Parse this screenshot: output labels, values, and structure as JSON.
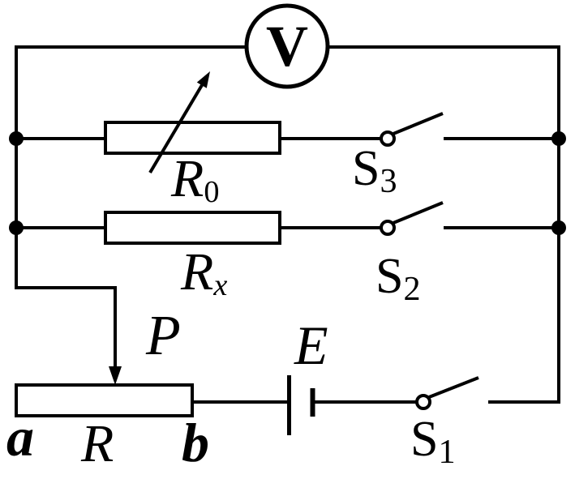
{
  "diagram": {
    "type": "electric-circuit-schematic",
    "background_color": "#ffffff",
    "line_color": "#000000"
  },
  "voltmeter": {
    "symbol": "V"
  },
  "resistors": {
    "r0": {
      "base": "R",
      "sub": "0",
      "kind": "variable-resistor"
    },
    "rx": {
      "base": "R",
      "sub": "x",
      "kind": "unknown-resistor"
    }
  },
  "rheostat": {
    "label": "R",
    "terminal_left": "a",
    "terminal_right": "b",
    "wiper": "P"
  },
  "battery": {
    "label": "E"
  },
  "switches": {
    "s3": {
      "base": "S",
      "sub": "3",
      "state": "open"
    },
    "s2": {
      "base": "S",
      "sub": "2",
      "state": "open"
    },
    "s1": {
      "base": "S",
      "sub": "1",
      "state": "open"
    }
  }
}
